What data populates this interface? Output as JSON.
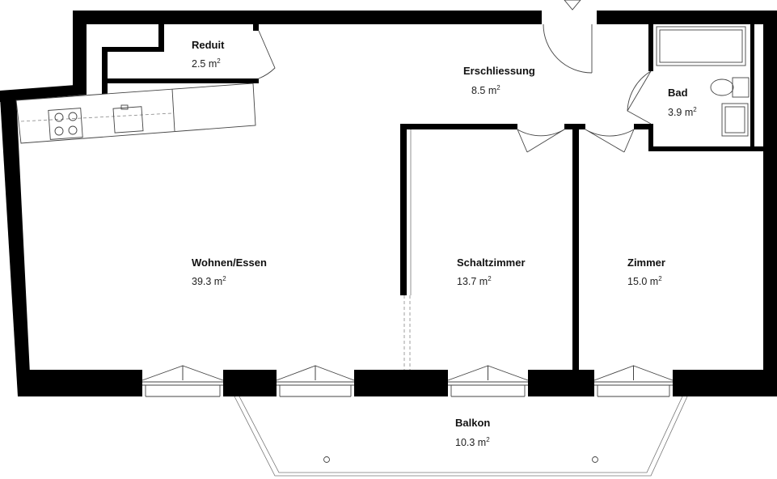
{
  "plan": {
    "rooms": [
      {
        "id": "reduit",
        "name": "Reduit",
        "area": "2.5 m",
        "sup": "2"
      },
      {
        "id": "erschliessung",
        "name": "Erschliessung",
        "area": "8.5 m",
        "sup": "2"
      },
      {
        "id": "bad",
        "name": "Bad",
        "area": "3.9 m",
        "sup": "2"
      },
      {
        "id": "wohnen",
        "name": "Wohnen/Essen",
        "area": "39.3 m",
        "sup": "2"
      },
      {
        "id": "schaltzimmer",
        "name": "Schaltzimmer",
        "area": "13.7 m",
        "sup": "2"
      },
      {
        "id": "zimmer",
        "name": "Zimmer",
        "area": "15.0 m",
        "sup": "2"
      },
      {
        "id": "balkon",
        "name": "Balkon",
        "area": "10.3 m",
        "sup": "2"
      }
    ],
    "colors": {
      "wall": "#000000",
      "line": "#777777",
      "text": "#111111",
      "background": "#ffffff"
    }
  }
}
